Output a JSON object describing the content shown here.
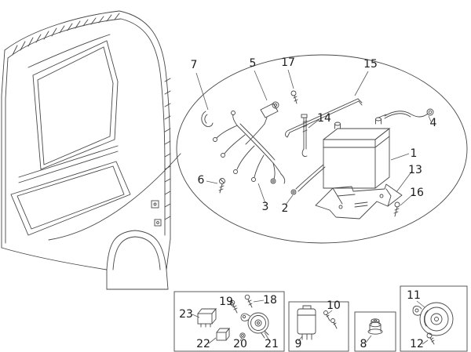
{
  "colors": {
    "background": "#ffffff",
    "line": "#474747",
    "label": "#1c1c1c"
  },
  "callouts": {
    "c1": "1",
    "c2": "2",
    "c3": "3",
    "c4": "4",
    "c5": "5",
    "c6": "6",
    "c7": "7",
    "c8": "8",
    "c9": "9",
    "c10": "10",
    "c11": "11",
    "c12": "12",
    "c13": "13",
    "c14": "14",
    "c15": "15",
    "c16": "16",
    "c17": "17",
    "c18": "18",
    "c19": "19",
    "c20": "20",
    "c21": "21",
    "c22": "22",
    "c23": "23"
  }
}
